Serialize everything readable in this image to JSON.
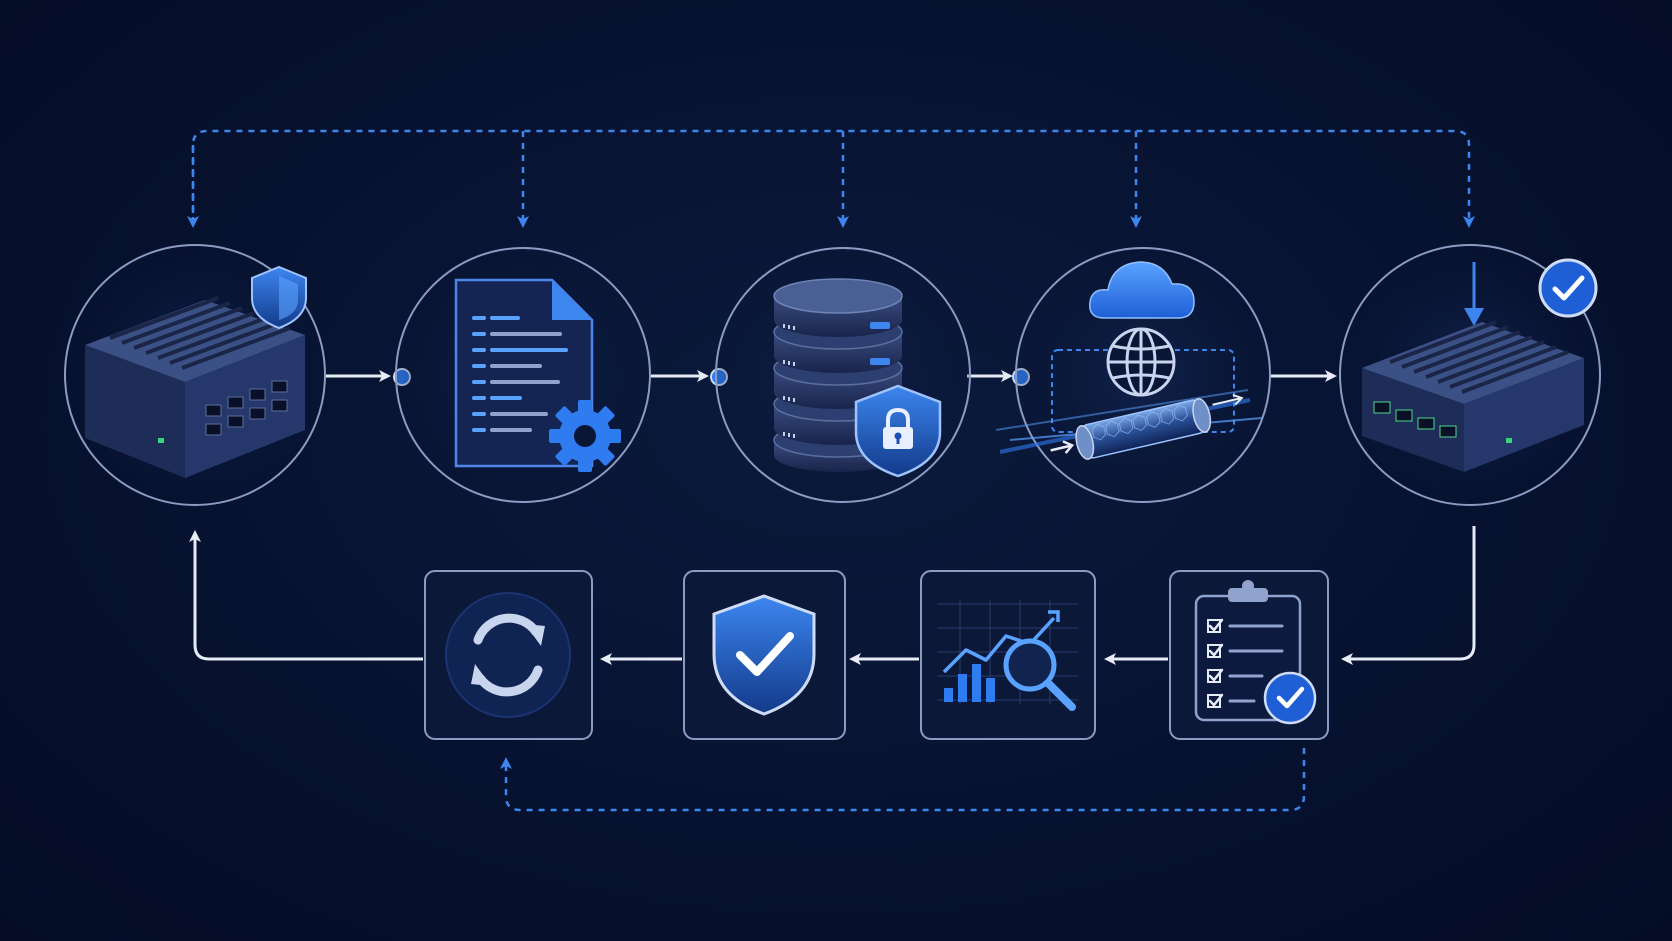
{
  "colors": {
    "background": "#061130",
    "node_border": "#8c9bc2",
    "accent_blue": "#2f7bf0",
    "light_blue": "#5aa2ff",
    "flow_arrow": "#e6ebf5",
    "dashed_link": "#3d86f0",
    "device_body": "#1d2c55"
  },
  "nodes": [
    {
      "id": "edge-device-secured",
      "icon": "network-router-shield-icon"
    },
    {
      "id": "config-document",
      "icon": "document-gear-icon"
    },
    {
      "id": "encrypted-database",
      "icon": "database-lock-icon"
    },
    {
      "id": "cloud-secure-tunnel",
      "icon": "cloud-globe-tunnel-icon"
    },
    {
      "id": "edge-device-verified",
      "icon": "network-router-check-icon"
    }
  ],
  "steps": [
    {
      "id": "compliance-checklist",
      "icon": "clipboard-check-icon"
    },
    {
      "id": "analytics-review",
      "icon": "chart-magnifier-icon"
    },
    {
      "id": "security-verified",
      "icon": "shield-check-icon"
    },
    {
      "id": "sync-update",
      "icon": "refresh-cycle-icon"
    }
  ]
}
